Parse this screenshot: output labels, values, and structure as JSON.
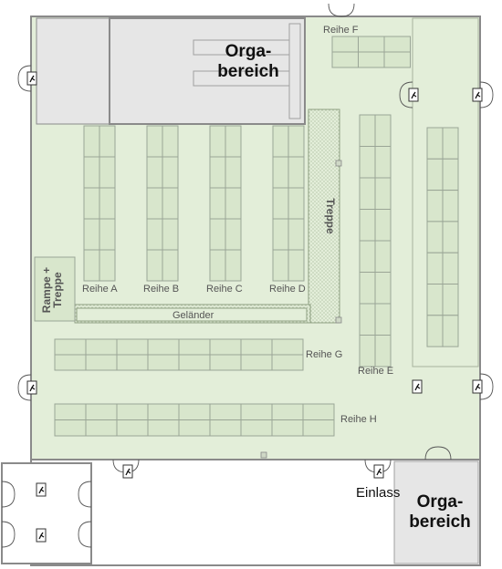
{
  "colors": {
    "floor": "#e3eed9",
    "orga": "#e6e6e6",
    "row_fill": "#d8e6cc",
    "row_stroke": "#9aa596",
    "wall": "#8a8a8a",
    "text": "#555555",
    "exit_sign": "#ffffff"
  },
  "labels": {
    "reihe_a": "Reihe A",
    "reihe_b": "Reihe B",
    "reihe_c": "Reihe C",
    "reihe_d": "Reihe D",
    "reihe_e": "Reihe E",
    "reihe_f": "Reihe F",
    "reihe_g": "Reihe G",
    "reihe_h": "Reihe H",
    "gelaender": "Geländer",
    "treppe": "Treppe",
    "rampe_line1": "Rampe +",
    "rampe_line2": "Treppe",
    "einlass": "Einlass",
    "orga_top_line1": "Orga-",
    "orga_top_line2": "bereich",
    "orga_bottom_line1": "Orga-",
    "orga_bottom_line2": "bereich"
  },
  "icons": [
    "emergency-exit-icon",
    "door-swing-icon"
  ]
}
